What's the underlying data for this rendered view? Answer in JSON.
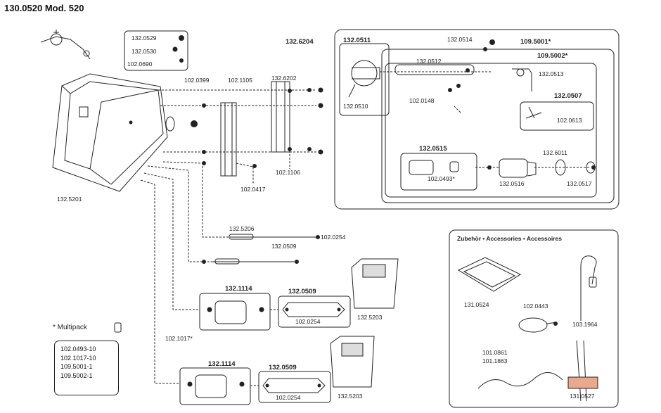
{
  "title": "130.0520 Mod. 520",
  "parts": {
    "p132_0529": "132.0529",
    "p132_0530": "132.0530",
    "p102_0690": "102.0690",
    "p102_0399": "102.0399",
    "p102_1105": "102.1105",
    "p132_6202": "132.6202",
    "p132_6204": "132.6204",
    "p102_1106": "102.1106",
    "p102_0417": "102.0417",
    "p132_5201": "132.5201",
    "p132_5206": "132.5206",
    "p132_0509_a": "132.0509",
    "p102_0254_a": "102.0254",
    "p132_1114_a": "132.1114",
    "p132_0509_b": "132.0509",
    "p102_0254_b": "102.0254",
    "p132_5203_a": "132.5203",
    "p102_1017": "102.1017*",
    "p132_1114_b": "132.1114",
    "p132_0509_c": "132.0509",
    "p102_0254_c": "102.0254",
    "p132_5203_b": "132.5203",
    "p132_0511": "132.0511",
    "p132_0510": "132.0510",
    "p132_0514": "132.0514",
    "p132_0512": "132.0512",
    "p102_0148": "102.0148",
    "p109_5001": "109.5001*",
    "p109_5002": "109.5002*",
    "p132_0513_a": "132.0513",
    "p132_0507": "132.0507",
    "p102_0613": "102.0613",
    "p132_0515": "132.0515",
    "p102_0493": "102.0493*",
    "p132_6011": "132.6011",
    "p132_0516": "132.0516",
    "p132_0517": "132.0517"
  },
  "accessories": {
    "heading": "Zubehör • Accessories • Accessoires",
    "items": [
      "131.0524",
      "102.0443",
      "103.1964",
      "101.0861",
      "101.1863",
      "131.0527"
    ]
  },
  "multipack": {
    "heading": "* Multipack",
    "items": [
      "102.0493-10",
      "102.1017-10",
      "109.5001-1",
      "109.5002-1"
    ]
  },
  "colors": {
    "line": "#222222",
    "accent_copper": "#e8a98e"
  }
}
